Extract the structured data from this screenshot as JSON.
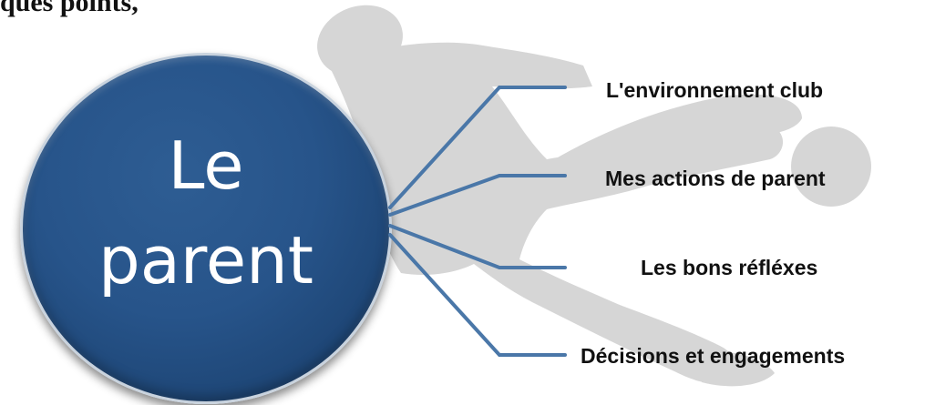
{
  "header_fragment": "ques points,",
  "center_node": {
    "line1": "Le",
    "line2": "parent"
  },
  "branches": [
    {
      "label": "L'environnement club"
    },
    {
      "label": "Mes actions de parent"
    },
    {
      "label": "Les bons réfléxes"
    },
    {
      "label": "Décisions et engagements"
    }
  ],
  "colors": {
    "circle": "#27548a",
    "connector": "#4a77a8",
    "silhouette": "#d6d6d6",
    "label_text": "#111111"
  }
}
